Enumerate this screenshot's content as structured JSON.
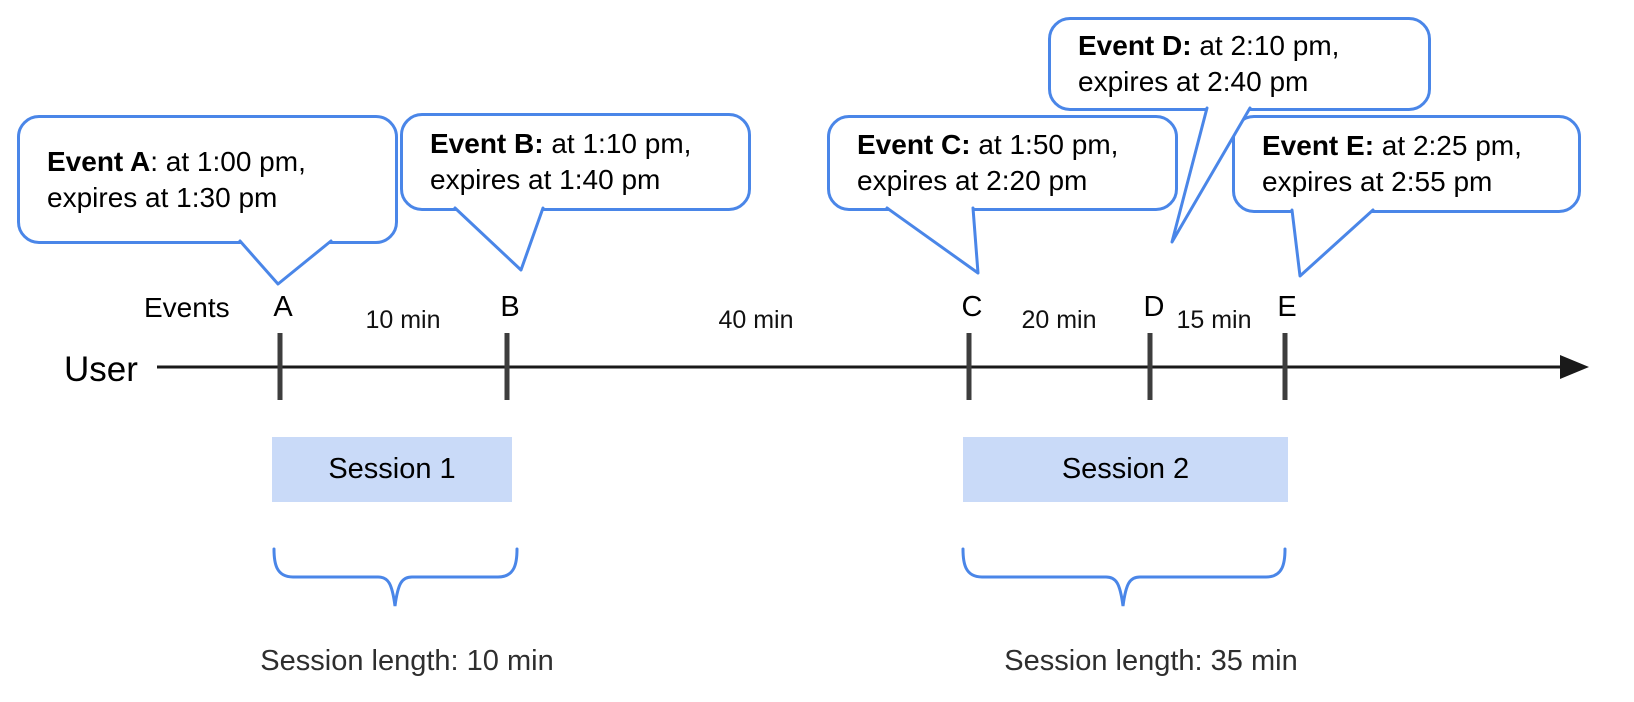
{
  "colors": {
    "accent_blue": "#4a86e8",
    "session_fill": "#c9daf8",
    "timeline_line": "#1a1a1a",
    "tick": "#3d3d3d",
    "text": "#000000"
  },
  "bubbles": [
    {
      "letter": "A",
      "bold": "Event A",
      "rest": ": at 1:00 pm,",
      "line2": "expires at 1:30 pm"
    },
    {
      "letter": "B",
      "bold": "Event B:",
      "rest": " at 1:10 pm,",
      "line2": "expires at 1:40 pm"
    },
    {
      "letter": "C",
      "bold": "Event C:",
      "rest": " at 1:50 pm,",
      "line2": "expires at 2:20 pm"
    },
    {
      "letter": "D",
      "bold": "Event D:",
      "rest": " at 2:10 pm,",
      "line2": "expires at 2:40 pm"
    },
    {
      "letter": "E",
      "bold": "Event E:",
      "rest": " at 2:25 pm,",
      "line2": "expires at 2:55 pm"
    }
  ],
  "timeline": {
    "events_label": "Events",
    "row_label": "User",
    "event_letters": [
      "A",
      "B",
      "C",
      "D",
      "E"
    ],
    "intervals": [
      "10 min",
      "40 min",
      "20 min",
      "15 min"
    ]
  },
  "sessions": [
    {
      "label": "Session 1",
      "length_label": "Session length: 10 min"
    },
    {
      "label": "Session 2",
      "length_label": "Session length: 35 min"
    }
  ]
}
